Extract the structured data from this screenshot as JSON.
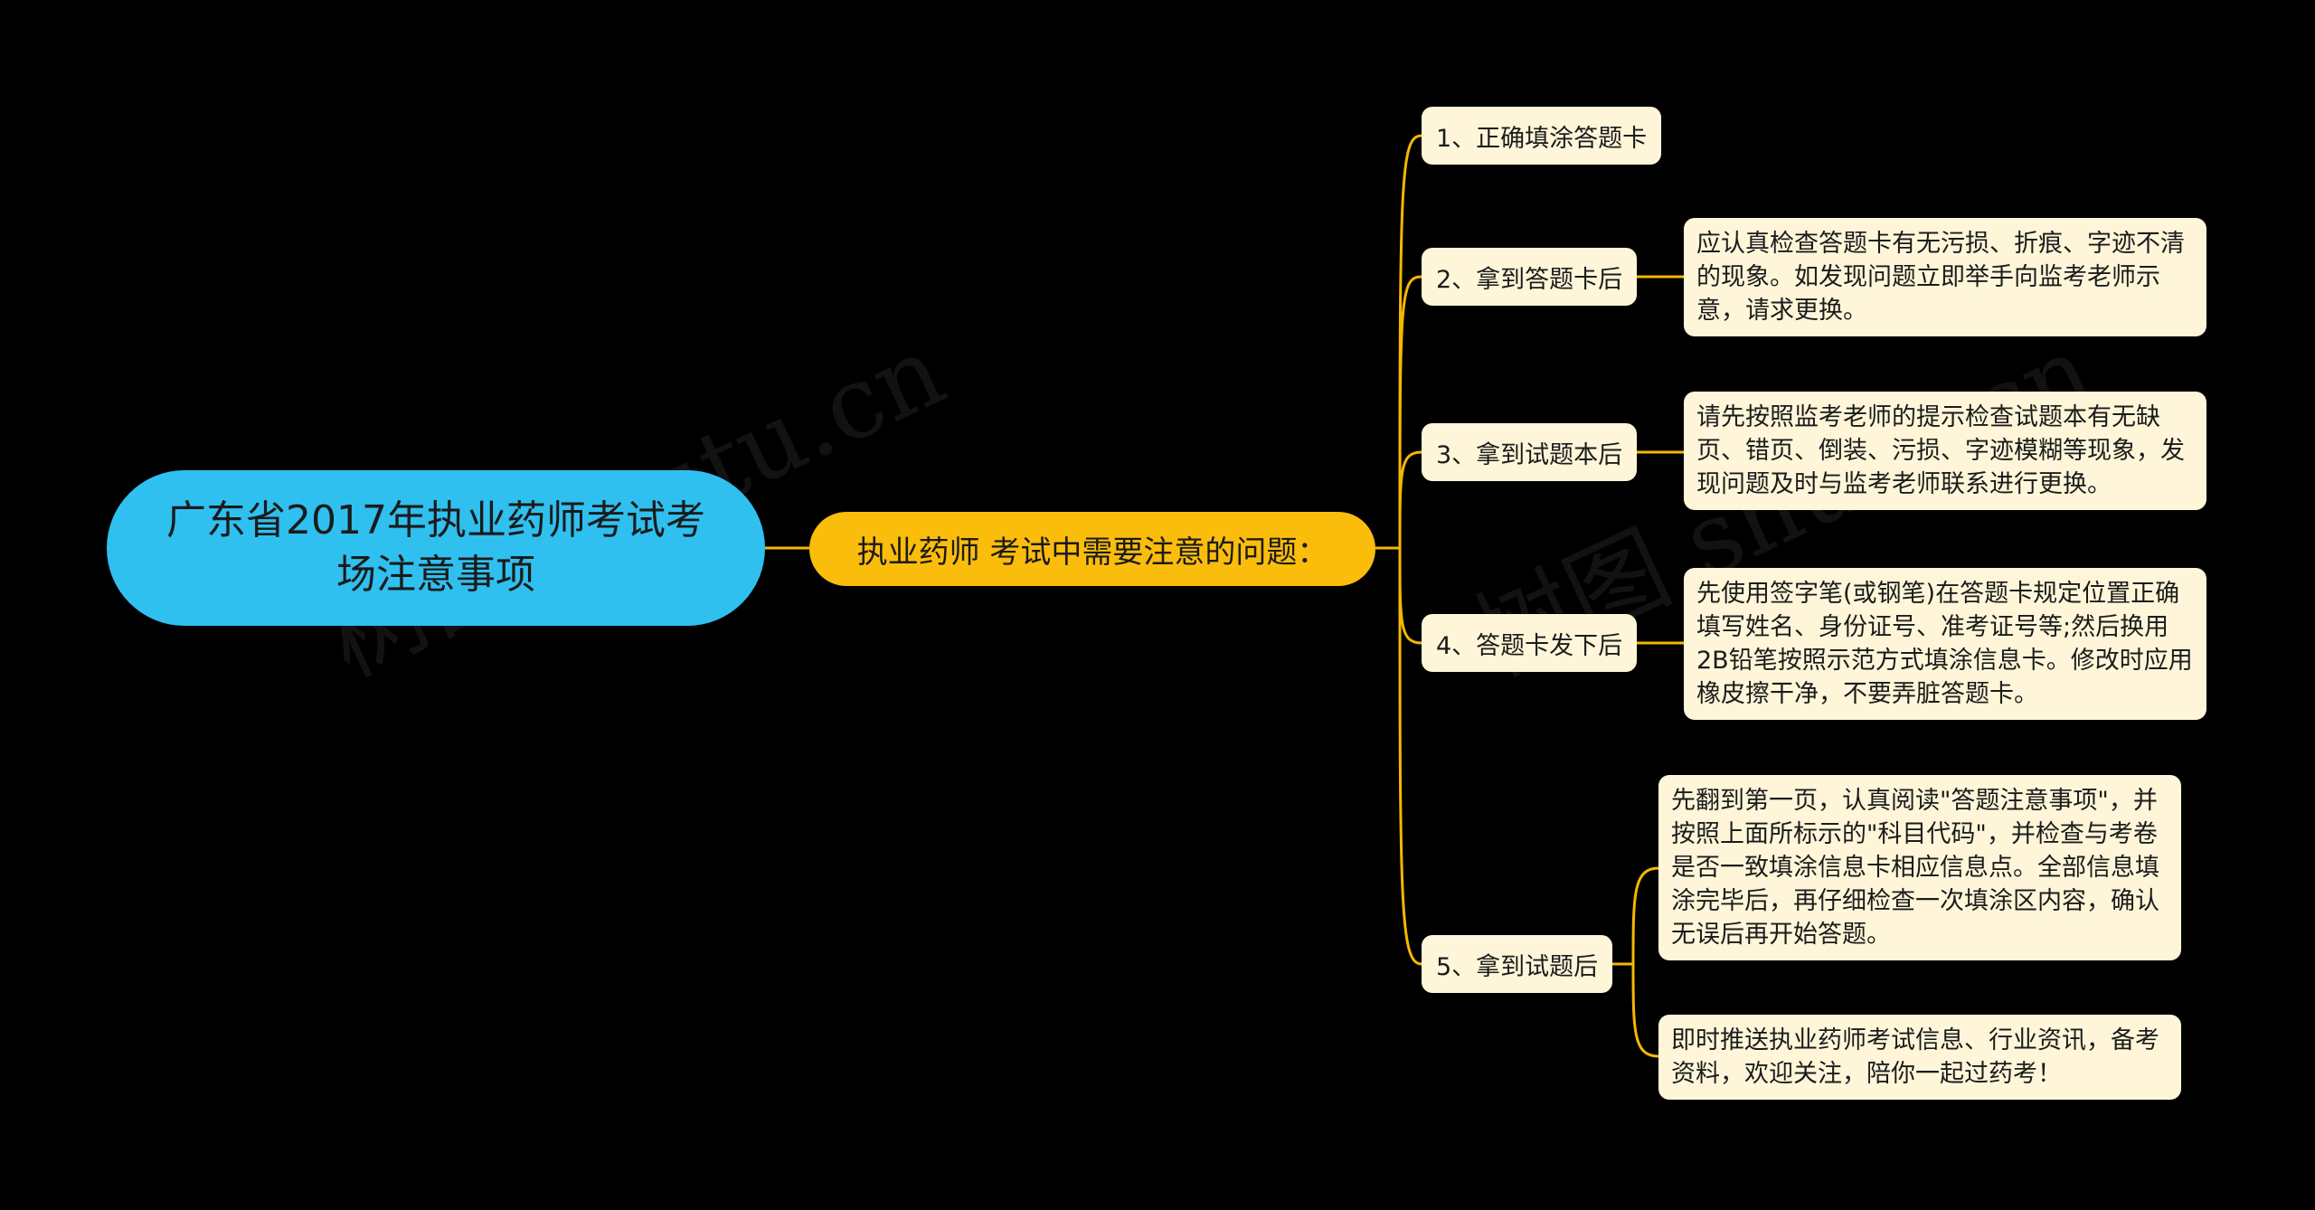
{
  "root": {
    "title": "广东省2017年执业药师考试考场注意事项"
  },
  "hub": {
    "label": "执业药师 考试中需要注意的问题："
  },
  "branches": [
    {
      "label": "1、正确填涂答题卡"
    },
    {
      "label": "2、拿到答题卡后"
    },
    {
      "label": "3、拿到试题本后"
    },
    {
      "label": "4、答题卡发下后"
    },
    {
      "label": "5、拿到试题后"
    }
  ],
  "leaves": [
    {
      "text": "应认真检查答题卡有无污损、折痕、字迹不清的现象。如发现问题立即举手向监考老师示意，请求更换。"
    },
    {
      "text": "请先按照监考老师的提示检查试题本有无缺页、错页、倒装、污损、字迹模糊等现象，发现问题及时与监考老师联系进行更换。"
    },
    {
      "text": "先使用签字笔(或钢笔)在答题卡规定位置正确填写姓名、身份证号、准考证号等;然后换用2B铅笔按照示范方式填涂信息卡。修改时应用橡皮擦干净，不要弄脏答题卡。"
    },
    {
      "text": "先翻到第一页，认真阅读\"答题注意事项\"，并按照上面所标示的\"科目代码\"，并检查与考卷是否一致填涂信息卡相应信息点。全部信息填涂完毕后，再仔细检查一次填涂区内容，确认无误后再开始答题。"
    },
    {
      "text": "即时推送执业药师考试信息、行业资讯，备考资料，欢迎关注，陪你一起过药考！"
    }
  ],
  "watermarks": [
    "树图 shutu.cn",
    "树图 shutu.cn"
  ],
  "colors": {
    "background": "#000000",
    "root": "#2fc0ef",
    "hub": "#fbbd0b",
    "node": "#fff6d9",
    "line": "#f5b800"
  }
}
